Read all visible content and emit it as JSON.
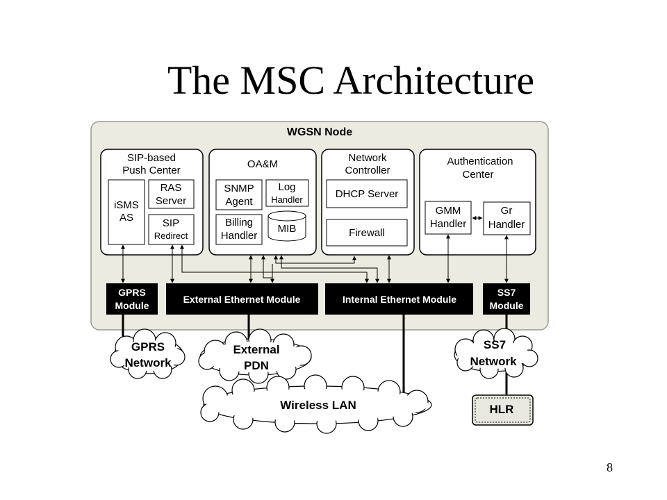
{
  "slide": {
    "title": "The MSC Architecture",
    "page_number": "8"
  },
  "diagram": {
    "node_title": "WGSN Node",
    "sip_center": {
      "line1": "SIP-based",
      "line2": "Push Center"
    },
    "isms": {
      "line1": "iSMS",
      "line2": "AS"
    },
    "ras": {
      "line1": "RAS",
      "line2": "Server"
    },
    "sip_redirect": {
      "line1": "SIP",
      "line2": "Redirect"
    },
    "oam": {
      "label": "OA&M"
    },
    "snmp": {
      "line1": "SNMP",
      "line2": "Agent"
    },
    "log_handler": {
      "line1": "Log",
      "line2": "Handler"
    },
    "billing": {
      "line1": "Billing",
      "line2": "Handler"
    },
    "mib": {
      "label": "MIB"
    },
    "network_controller": {
      "line1": "Network",
      "line2": "Controller"
    },
    "dhcp": {
      "label": "DHCP Server"
    },
    "firewall": {
      "label": "Firewall"
    },
    "auth_center": {
      "line1": "Authentication",
      "line2": "Center"
    },
    "gmm": {
      "line1": "GMM",
      "line2": "Handler"
    },
    "gr": {
      "line1": "Gr",
      "line2": "Handler"
    },
    "gprs_module": {
      "line1": "GPRS",
      "line2": "Module"
    },
    "ext_eth": {
      "label": "External Ethernet Module"
    },
    "int_eth": {
      "label": "Internal Ethernet Module"
    },
    "ss7_module": {
      "line1": "SS7",
      "line2": "Module"
    },
    "gprs_network": {
      "line1": "GPRS",
      "line2": "Network"
    },
    "external_pdn": {
      "line1": "External",
      "line2": "PDN"
    },
    "wireless_lan": {
      "label": "Wireless LAN"
    },
    "ss7_network": {
      "line1": "SS7",
      "line2": "Network"
    },
    "hlr": {
      "label": "HLR"
    }
  }
}
